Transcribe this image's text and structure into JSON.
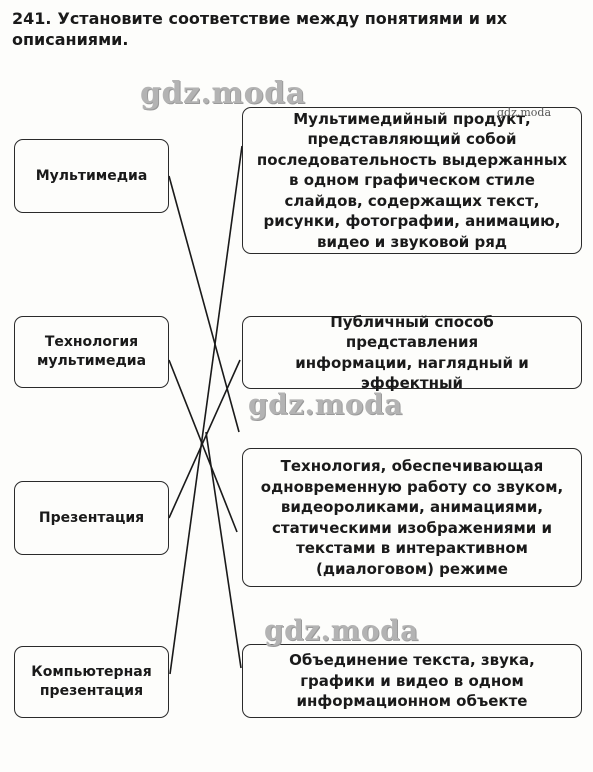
{
  "task": {
    "number": "241.",
    "text": "Установите соответствие между понятиями и их описаниями."
  },
  "concepts": [
    {
      "label": "Мультимедиа"
    },
    {
      "label": "Технология мультимедиа"
    },
    {
      "label": "Презентация"
    },
    {
      "label": "Компьютерная презентация"
    }
  ],
  "descriptions": [
    {
      "text": "Мультимедийный продукт, представляющий собой последовательность выдержанных в одном графическом стиле слайдов, содержащих текст, рисунки, фотографии, анимацию, видео и звуковой ряд"
    },
    {
      "text": "Публичный способ представления информации, наглядный и эффектный"
    },
    {
      "text": "Технология, обеспечивающая одновременную работу со звуком, видеороликами, анимациями, статическими изображениями и текстами в интерактивном (диалоговом) режиме"
    },
    {
      "text": "Объединение текста, звука, графики и видео в одном информационном объекте"
    }
  ],
  "watermarks": {
    "large": "gdz.moda",
    "small": "gdz.moda"
  },
  "colors": {
    "line": "#1a1a1a",
    "box_border": "#2a2a2a",
    "watermark": "#b3b3b3"
  }
}
